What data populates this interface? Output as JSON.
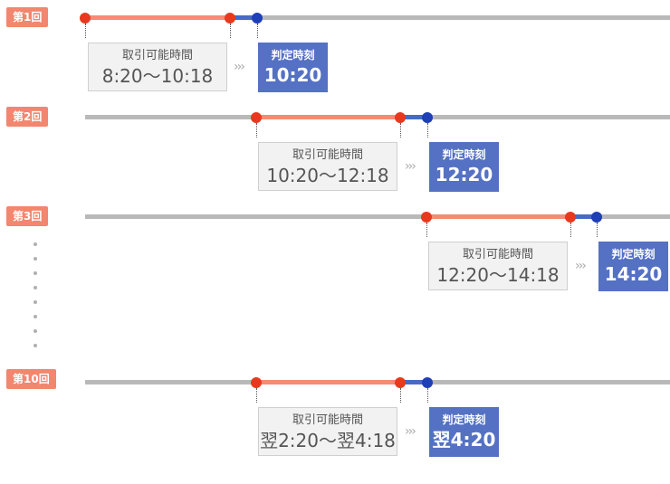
{
  "rounds": [
    {
      "label": "第1回",
      "window_label": "取引可能時間",
      "window_time": "8:20～10:18",
      "judge_label": "判定時刻",
      "judge_time": "10:20"
    },
    {
      "label": "第2回",
      "window_label": "取引可能時間",
      "window_time": "10:20～12:18",
      "judge_label": "判定時刻",
      "judge_time": "12:20"
    },
    {
      "label": "第3回",
      "window_label": "取引可能時間",
      "window_time": "12:20～14:18",
      "judge_label": "判定時刻",
      "judge_time": "14:20"
    },
    {
      "label": "第10回",
      "window_label": "取引可能時間",
      "window_time": "翌2:20～翌4:18",
      "judge_label": "判定時刻",
      "judge_time": "翌4:20"
    }
  ],
  "arrow_glyph": "›››",
  "colors": {
    "label_bg": "#f2866e",
    "track": "#b9b9b9",
    "trading_segment": "#f68a74",
    "waiting_segment": "#4869c6",
    "start_dot": "#e8391e",
    "judge_dot": "#1f3fb7",
    "judge_box": "#5571c4"
  }
}
